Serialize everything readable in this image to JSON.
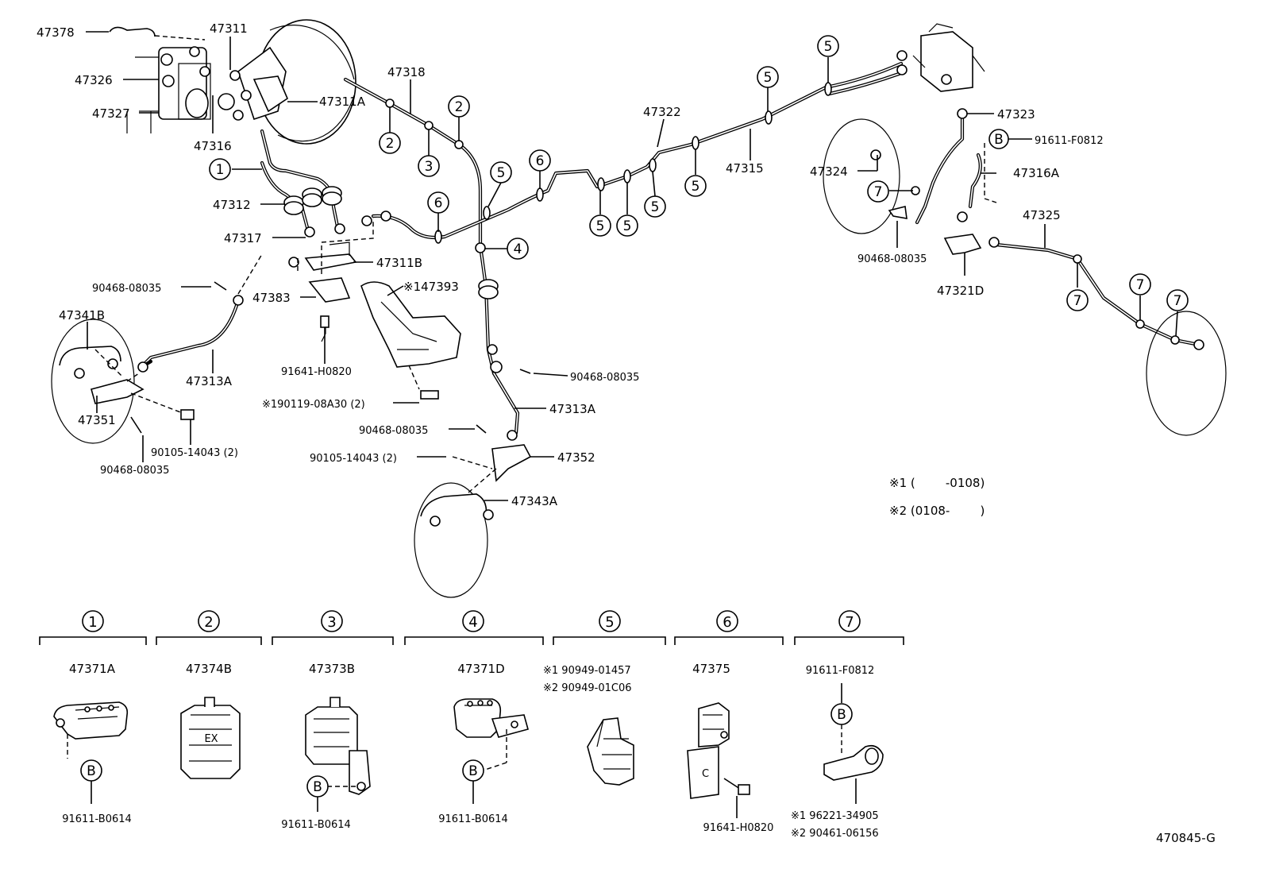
{
  "labels": {
    "p47378": "47378",
    "p47311": "47311",
    "p47326": "47326",
    "p47327": "47327",
    "p47316": "47316",
    "p47311A": "47311A",
    "p47318": "47318",
    "p47322": "47322",
    "p47315": "47315",
    "p47323": "47323",
    "p91611F0812_top": "91611-F0812",
    "p47316A": "47316A",
    "p47324": "47324",
    "p47325": "47325",
    "p90468_right": "90468-08035",
    "p47321D": "47321D",
    "p47312": "47312",
    "p47317": "47317",
    "p47311B": "47311B",
    "p147393": "※147393",
    "p47383": "47383",
    "p90468_left": "90468-08035",
    "p47341B": "47341B",
    "p47313A_left": "47313A",
    "p91641H0820_mid": "91641-H0820",
    "p90119": "※190119-08A30 (2)",
    "p47351": "47351",
    "p90105_left": "90105-14043 (2)",
    "p90468_bottomleft": "90468-08035",
    "p90468_mid1": "90468-08035",
    "p47313A_mid": "47313A",
    "p90468_mid2": "90468-08035",
    "p90105_mid": "90105-14043 (2)",
    "p47352": "47352",
    "p47343A": "47343A",
    "code": "470845-G"
  },
  "notes": {
    "n1": "※1 (        -0108)",
    "n2": "※2 (0108-        )"
  },
  "callout_symbols": {
    "c1": "1",
    "c2": "2",
    "c3": "3",
    "c4": "4",
    "c5": "5",
    "c6": "6",
    "c7": "7",
    "B": "B"
  },
  "legend": [
    {
      "num": "1",
      "part": "47371A",
      "bottom": "91611-B0614"
    },
    {
      "num": "2",
      "part": "47374B",
      "bottom": ""
    },
    {
      "num": "3",
      "part": "47373B",
      "bottom": "91611-B0614"
    },
    {
      "num": "4",
      "part": "47371D",
      "bottom": "91611-B0614"
    },
    {
      "num": "5",
      "part": "※1 90949-01457",
      "part2": "※2 90949-01C06",
      "bottom": ""
    },
    {
      "num": "6",
      "part": "47375",
      "bottom": "91641-H0820"
    },
    {
      "num": "7",
      "part": "91611-F0812",
      "bottom": "※1 96221-34905",
      "bottom2": "※2 90461-06156"
    }
  ]
}
